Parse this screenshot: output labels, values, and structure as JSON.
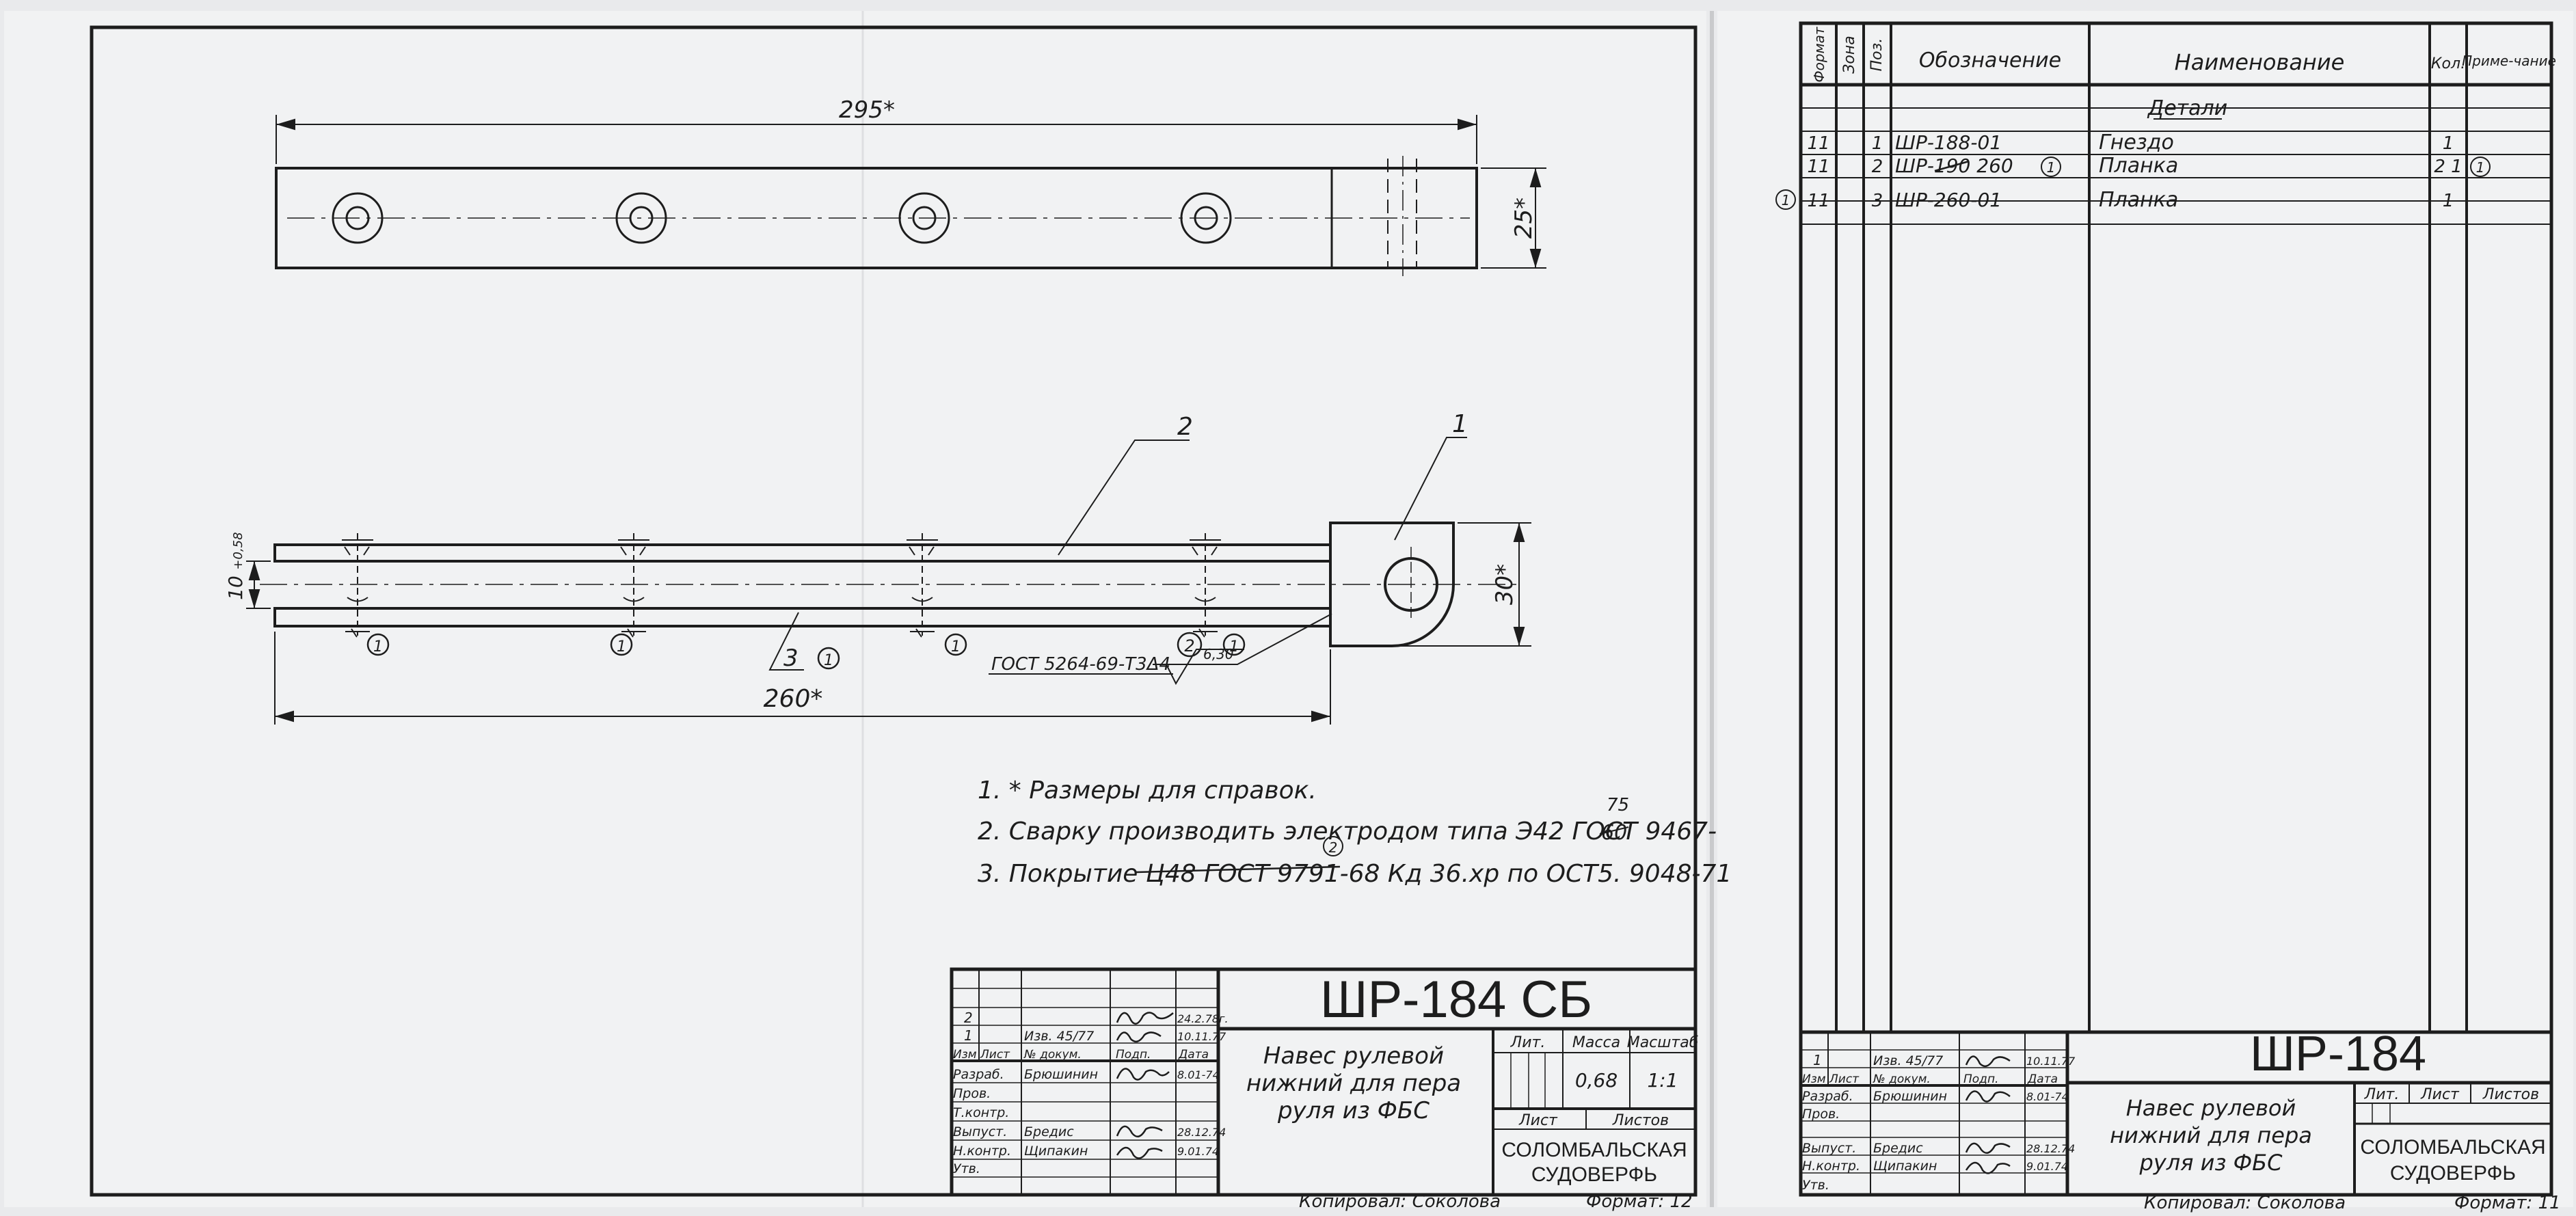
{
  "drawing": {
    "top_view": {
      "length_label": "295*",
      "height_label": "25*"
    },
    "side_view": {
      "length_label": "260*",
      "opening_label": "30*",
      "thickness_label": "10",
      "thickness_tolerance": "+0,58",
      "leader_1": "1",
      "leader_2": "2",
      "leader_3": "3",
      "circle_1": "1",
      "circle_2": "2",
      "weld_spec": "ГОСТ 5264-69-Т3Δ4",
      "roughness": "6,30"
    },
    "notes": [
      "1. * Размеры для справок.",
      "2. Сварку производить электродом типа Э42 ГОСТ 9467-",
      "3. Покрытие Ц48 ГОСТ 9791-68 Кд 36.хр по ОСТ5. 9048-71"
    ],
    "notes_extra": {
      "year_struck": "60",
      "year_new": "75",
      "rev_mark": "2"
    }
  },
  "title_block_left": {
    "doc_number": "ШР-184 СБ",
    "name": [
      "Навес рулевой",
      "нижний для пера",
      "руля из ФБС"
    ],
    "rev_rows": [
      {
        "num": "2",
        "doc": "",
        "date": "24.2.78г."
      },
      {
        "num": "1",
        "doc": "Изв. 45/77",
        "date": "10.11.77"
      }
    ],
    "headers": {
      "izm": "Изм",
      "list": "Лист",
      "ndoc": "№ докум.",
      "podp": "Подп.",
      "data": "Дата"
    },
    "roles": [
      {
        "role": "Разраб.",
        "name": "Брюшинин",
        "date": "8.01-74"
      },
      {
        "role": "Пров.",
        "name": "",
        "date": ""
      },
      {
        "role": "Т.контр.",
        "name": "",
        "date": ""
      },
      {
        "role": "Выпуст.",
        "name": "Бредис",
        "date": "28.12.74"
      },
      {
        "role": "Н.контр.",
        "name": "Щипакин",
        "date": "9.01.74"
      },
      {
        "role": "Утв.",
        "name": "",
        "date": ""
      }
    ],
    "lit": "Лит.",
    "massa": "Масса",
    "masshtab": "Масштаб",
    "mass_value": "0,68",
    "scale_value": "1:1",
    "list": "Лист",
    "listov": "Листов",
    "org": [
      "СОЛОМБАЛЬСКАЯ",
      "СУДОВЕРФЬ"
    ],
    "copied": "Копировал: Соколова",
    "format": "Формат: 12"
  },
  "spec_table": {
    "headers": {
      "format": "Формат",
      "zona": "Зона",
      "poz": "Поз.",
      "oboz": "Обозначение",
      "naim": "Наименование",
      "kol": "Кол.",
      "prim": "Приме-чание"
    },
    "section": "Детали",
    "rows": [
      {
        "format": "11",
        "zona": "",
        "poz": "1",
        "oboz": "ШР-188-01",
        "naim": "Гнездо",
        "kol": "1",
        "prim": ""
      },
      {
        "format": "11",
        "zona": "",
        "poz": "2",
        "oboz": "ШР-190 260",
        "naim": "Планка",
        "kol": "2 1",
        "prim": "1"
      },
      {
        "format": "11",
        "zona": "",
        "poz": "3",
        "oboz": "ШР-260-01",
        "naim": "Планка",
        "kol": "1",
        "prim": ""
      }
    ],
    "row_marks": {
      "row2_oboz": "1",
      "row3_margin": "1"
    }
  },
  "title_block_right": {
    "doc_number": "ШР-184",
    "name": [
      "Навес рулевой",
      "нижний для пера",
      "руля из ФБС"
    ],
    "rev_rows": [
      {
        "num": "1",
        "doc": "Изв. 45/77",
        "date": "10.11.77"
      }
    ],
    "headers": {
      "izm": "Изм",
      "list": "Лист",
      "ndoc": "№ докум.",
      "podp": "Подп.",
      "data": "Дата"
    },
    "roles": [
      {
        "role": "Разраб.",
        "name": "Брюшинин",
        "date": "8.01-74"
      },
      {
        "role": "Пров.",
        "name": "",
        "date": ""
      },
      {
        "role": "",
        "name": "",
        "date": ""
      },
      {
        "role": "Выпуст.",
        "name": "Бредис",
        "date": "28.12.74"
      },
      {
        "role": "Н.контр.",
        "name": "Щипакин",
        "date": "9.01.74"
      },
      {
        "role": "Утв.",
        "name": "",
        "date": ""
      }
    ],
    "lit": "Лит.",
    "list": "Лист",
    "listov": "Листов",
    "org": [
      "СОЛОМБАЛЬСКАЯ",
      "СУДОВЕРФЬ"
    ],
    "copied": "Копировал: Соколова",
    "format": "Формат: 11"
  }
}
